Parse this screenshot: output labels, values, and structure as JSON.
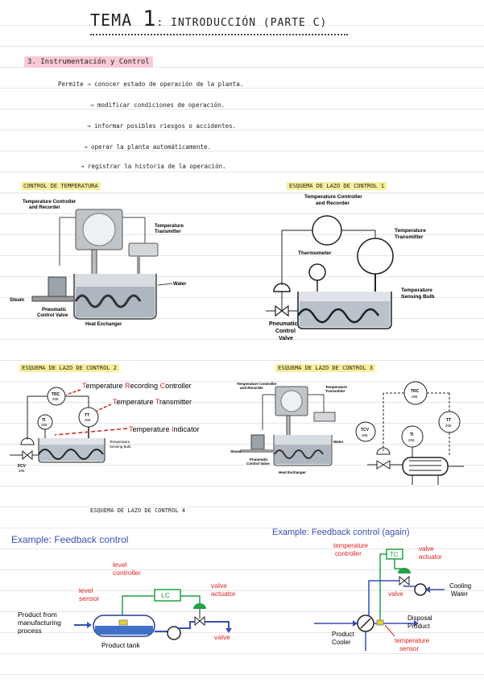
{
  "page": {
    "title_main": "TEMA ",
    "title_number": "1",
    "title_rest": ": INTRODUCCIÓN (PARTE C)",
    "section_heading": "3. Instrumentación y Control",
    "bullets": [
      "Permite → conocer estado de operación de la planta.",
      "→ modificar condiciones de operación.",
      "→ informar posibles riesgos o accidentes.",
      "→ operar la planta automáticamente.",
      "→ registrar la historia de la operación."
    ],
    "headings": {
      "control_temp": "CONTROL DE TEMPERATURA",
      "loop1": "ESQUEMA DE LAZO DE CONTROL 1",
      "loop2": "ESQUEMA DE LAZO DE CONTROL 2",
      "loop3": "ESQUEMA DE LAZO DE CONTROL 3",
      "loop4": "ESQUEMA DE LAZO DE CONTROL 4"
    }
  },
  "fig1": {
    "controller": "Temperature Controller",
    "recorder": "and Recorder",
    "transmitter1": "Temperature",
    "transmitter2": "Transmitter",
    "water": "Water",
    "steam": "Steam",
    "valve1": "Pneumatic",
    "valve2": "Control Valve",
    "exchanger": "Heat Exchanger"
  },
  "fig2": {
    "controller": "Temperature Controller",
    "recorder": "and Recorder",
    "transmitter1": "Temperature",
    "transmitter2": "Transmitter",
    "thermometer": "Thermometer",
    "sensing1": "Temperature",
    "sensing2": "Sensing Bulb",
    "valve1": "Pneumatic",
    "valve2": "Control",
    "valve3": "Valve"
  },
  "fig3": {
    "trc": "TRC",
    "trc_n": "206",
    "tt": "TT",
    "tt_n": "206",
    "ti": "TI",
    "ti_n": "206",
    "fcv": "FCV",
    "fcv_n": "206",
    "sensing1": "Temperature",
    "sensing2": "Sensing Bulb",
    "label_trc_r1": "T",
    "label_trc_1": "emperature ",
    "label_trc_r2": "R",
    "label_trc_2": "ecording ",
    "label_trc_r3": "C",
    "label_trc_3": "ontroller",
    "label_tt_r1": "T",
    "label_tt_1": "emperature ",
    "label_tt_r2": "T",
    "label_tt_2": "ransmitter",
    "label_ti_r1": "T",
    "label_ti_1": "emperature ",
    "label_ti_r2": "I",
    "label_ti_2": "ndicator"
  },
  "fig4": {
    "controller": "Temperature Controller",
    "recorder": "and Recorder",
    "transmitter1": "Temperature",
    "transmitter2": "Transmitter",
    "water": "Water",
    "steam": "Steam",
    "valve1": "Pneumatic",
    "valve2": "Control Valve",
    "exchanger": "Heat Exchanger",
    "trc": "TRC",
    "trc_n": "206",
    "tt": "TT",
    "tt_n": "206",
    "ti": "TI",
    "ti_n": "206",
    "tcv": "TCV",
    "tcv_n": "206"
  },
  "fig5": {
    "title": "Example: Feedback control",
    "level_controller1": "level",
    "level_controller2": "controller",
    "level_sensor1": "level",
    "level_sensor2": "sensor",
    "valve_actuator1": "valve",
    "valve_actuator2": "actuator",
    "lc": "LC",
    "product_from1": "Product from",
    "product_from2": "manufacturing",
    "product_from3": "process",
    "tank": "Product tank",
    "valve": "valve"
  },
  "fig6": {
    "title": "Example: Feedback control (again)",
    "temp_controller1": "temperature",
    "temp_controller2": "controller",
    "tc": "TC",
    "valve_actuator1": "valve",
    "valve_actuator2": "actuator",
    "valve": "valve",
    "cooling1": "Cooling",
    "cooling2": "Water",
    "disposal1": "Disposal",
    "disposal2": "Product",
    "cooler1": "Product",
    "cooler2": "Cooler",
    "sensor1": "temperature",
    "sensor2": "sensor"
  }
}
